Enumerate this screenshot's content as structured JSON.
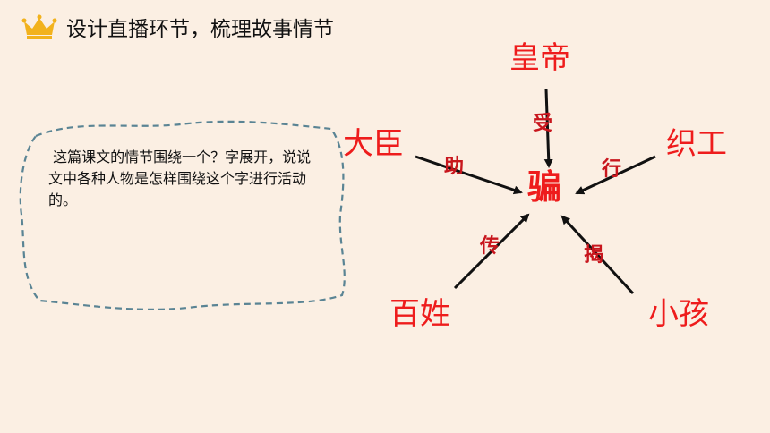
{
  "header": {
    "title": "设计直播环节，梳理故事情节",
    "icon": "crown-icon"
  },
  "note": {
    "text": " 这篇课文的情节围绕一个？字展开，说说文中各种人物是怎样围绕这个字进行活动的。"
  },
  "diagram": {
    "center": "骗",
    "roles": {
      "emperor": "皇帝",
      "minister": "大臣",
      "weaver": "织工",
      "people": "百姓",
      "child": "小孩"
    },
    "verbs": {
      "emperor": "受",
      "minister": "助",
      "weaver": "行",
      "people": "传",
      "child": "揭"
    }
  },
  "colors": {
    "background": "#fbefe3",
    "red": "#ee1c1c",
    "verb_red": "#c8161d",
    "crown": "#f2b21c",
    "dashed_border": "#5a8494"
  }
}
